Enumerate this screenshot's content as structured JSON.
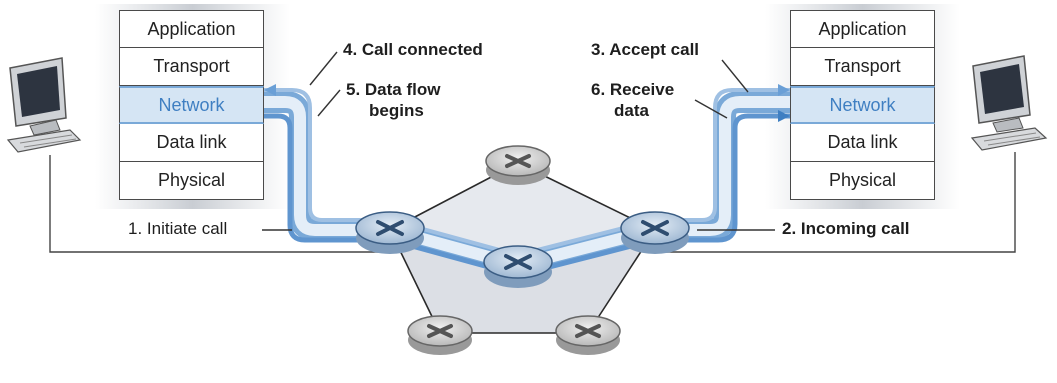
{
  "protocol_stack": {
    "layers": [
      "Application",
      "Transport",
      "Network",
      "Data link",
      "Physical"
    ]
  },
  "steps": {
    "initiate": "1. Initiate call",
    "incoming": "2. Incoming call",
    "accept": "3. Accept call",
    "connected": "4. Call connected",
    "data_flow_line1": "5. Data flow",
    "data_flow_line2": "begins",
    "receive_line1": "6. Receive",
    "receive_line2": "data"
  },
  "colors": {
    "path_blue": "#7aa9d8",
    "path_light": "#dbe8f5",
    "network_fill": "#d5e5f4",
    "network_text": "#3f7fc2",
    "router_fill": "#b9cde3",
    "mesh_fill": "#e8ebef"
  },
  "icons": [
    "computer-icon",
    "router-icon"
  ]
}
